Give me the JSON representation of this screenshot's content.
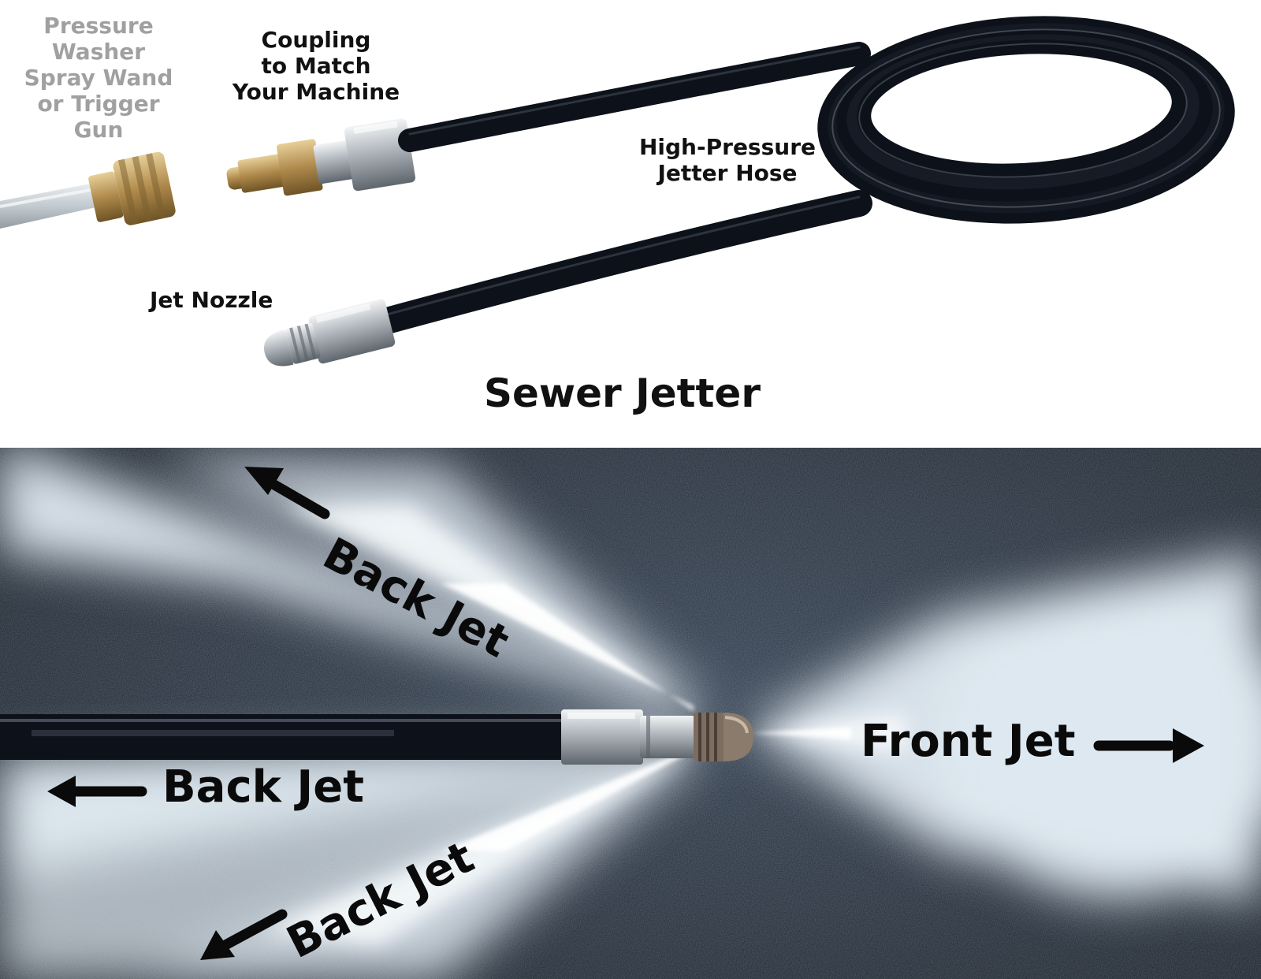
{
  "top_panel": {
    "labels": {
      "wand": [
        "Pressure",
        "Washer",
        "Spray Wand",
        "or Trigger",
        "Gun"
      ],
      "coupling": [
        "Coupling",
        "to Match",
        "Your Machine"
      ],
      "hose": [
        "High-Pressure",
        "Jetter Hose"
      ],
      "nozzle": "Jet Nozzle"
    },
    "title": "Sewer Jetter"
  },
  "bottom_panel": {
    "labels": {
      "back_jet_upper": "Back Jet",
      "back_jet_middle": "Back Jet",
      "back_jet_lower": "Back Jet",
      "front_jet": "Front Jet"
    }
  },
  "colors": {
    "hose": "#0d1119",
    "brass": "#b08a4c",
    "steel": "#c4c8cc",
    "pipe_background": "#243040",
    "spray": "#e9f1f7",
    "label_grey": "#a0a0a0",
    "label_dark": "#111111"
  }
}
